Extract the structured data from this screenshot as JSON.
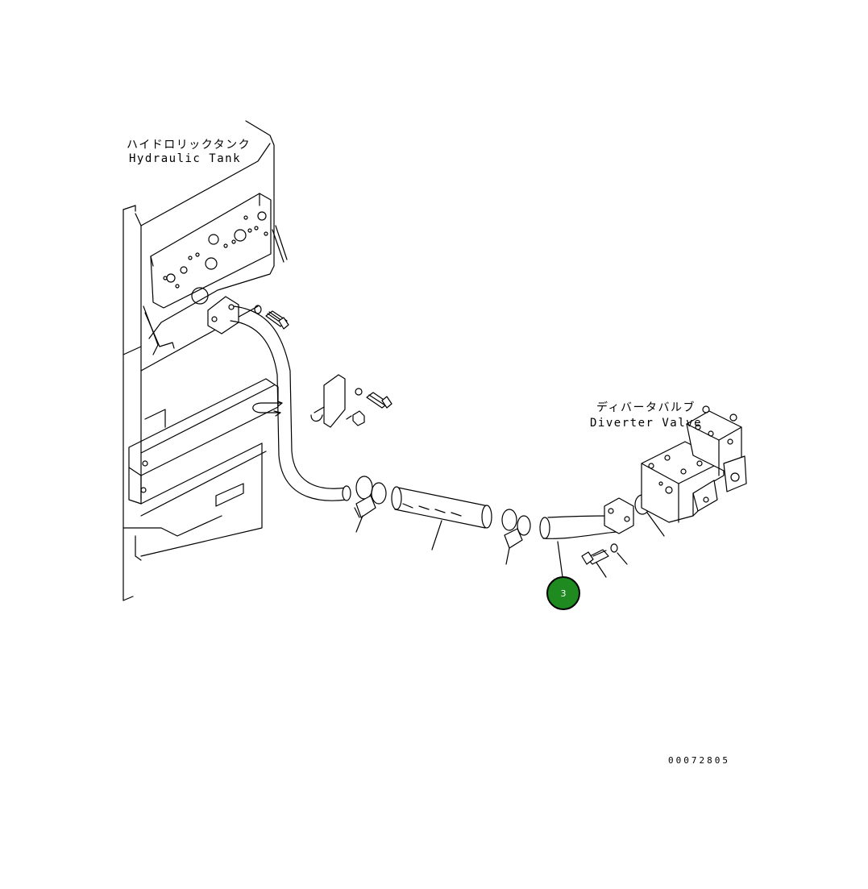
{
  "labels": {
    "hydraulic_tank_jp": "ハイドロリックタンク",
    "hydraulic_tank_en": "Hydraulic Tank",
    "diverter_valve_jp": "ディバータバルブ",
    "diverter_valve_en": "Diverter Valve"
  },
  "callout": {
    "number": "3",
    "color": "#1f8a1f"
  },
  "drawing_number": "00072805"
}
